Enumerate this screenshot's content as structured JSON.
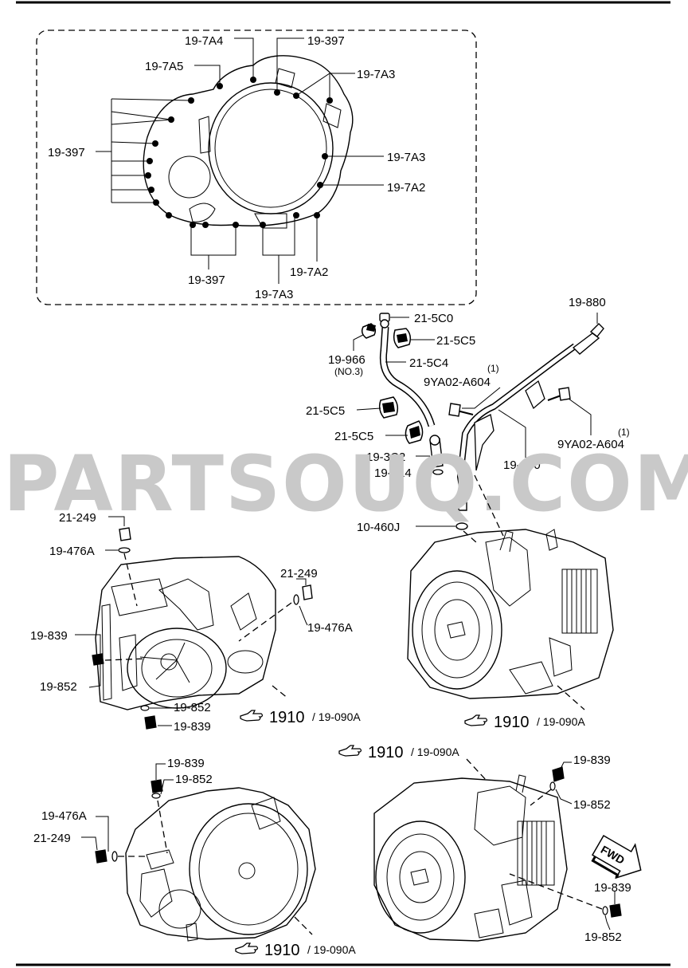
{
  "watermark": "PARTSOUQ.COM",
  "fwd": "FWD",
  "inset": {
    "labels": {
      "a4": "19-7A4",
      "s397_top": "19-397",
      "a5": "19-7A5",
      "a3_top": "19-7A3",
      "s397_left": "19-397",
      "a3_mid": "19-7A3",
      "a2_right": "19-7A2",
      "s397_bottom": "19-397",
      "a2_bottom": "19-7A2",
      "a3_bottom": "19-7A3"
    }
  },
  "dipstick": {
    "labels": {
      "c0": "21-5C0",
      "c5_a": "21-5C5",
      "s966": "19-966",
      "no3": "(NO.3)",
      "c4": "21-5C4",
      "c5_b": "21-5C5",
      "c5_c": "21-5C5",
      "c2": "19-3C2",
      "s214": "19-214",
      "s880": "19-880",
      "a604_top": "9YA02-A604",
      "a604_top_note": "(1)",
      "a604_bottom": "9YA02-A604",
      "a604_bottom_note": "(1)",
      "s870": "19-870",
      "j460": "10-460J"
    }
  },
  "left_view": {
    "labels": {
      "plug_top": "21-249",
      "gasket_top": "19-476A",
      "plug_right": "21-249",
      "gasket_right": "19-476A",
      "s839_left": "19-839",
      "s852_left": "19-852",
      "s852_bottom": "19-852",
      "s839_bottom": "19-839"
    },
    "ref_num": "1910",
    "ref_code": "/ 19-090A"
  },
  "right_view": {
    "ref_num": "1910",
    "ref_code": "/ 19-090A"
  },
  "bottom_left_view": {
    "labels": {
      "s839": "19-839",
      "s852": "19-852",
      "gasket": "19-476A",
      "plug": "21-249"
    },
    "ref_num": "1910",
    "ref_code": "/ 19-090A"
  },
  "bottom_right_view": {
    "labels": {
      "s839_top": "19-839",
      "s852_top": "19-852",
      "s839_bottom": "19-839",
      "s852_bottom": "19-852"
    },
    "ref_num": "1910",
    "ref_code": "/ 19-090A"
  }
}
